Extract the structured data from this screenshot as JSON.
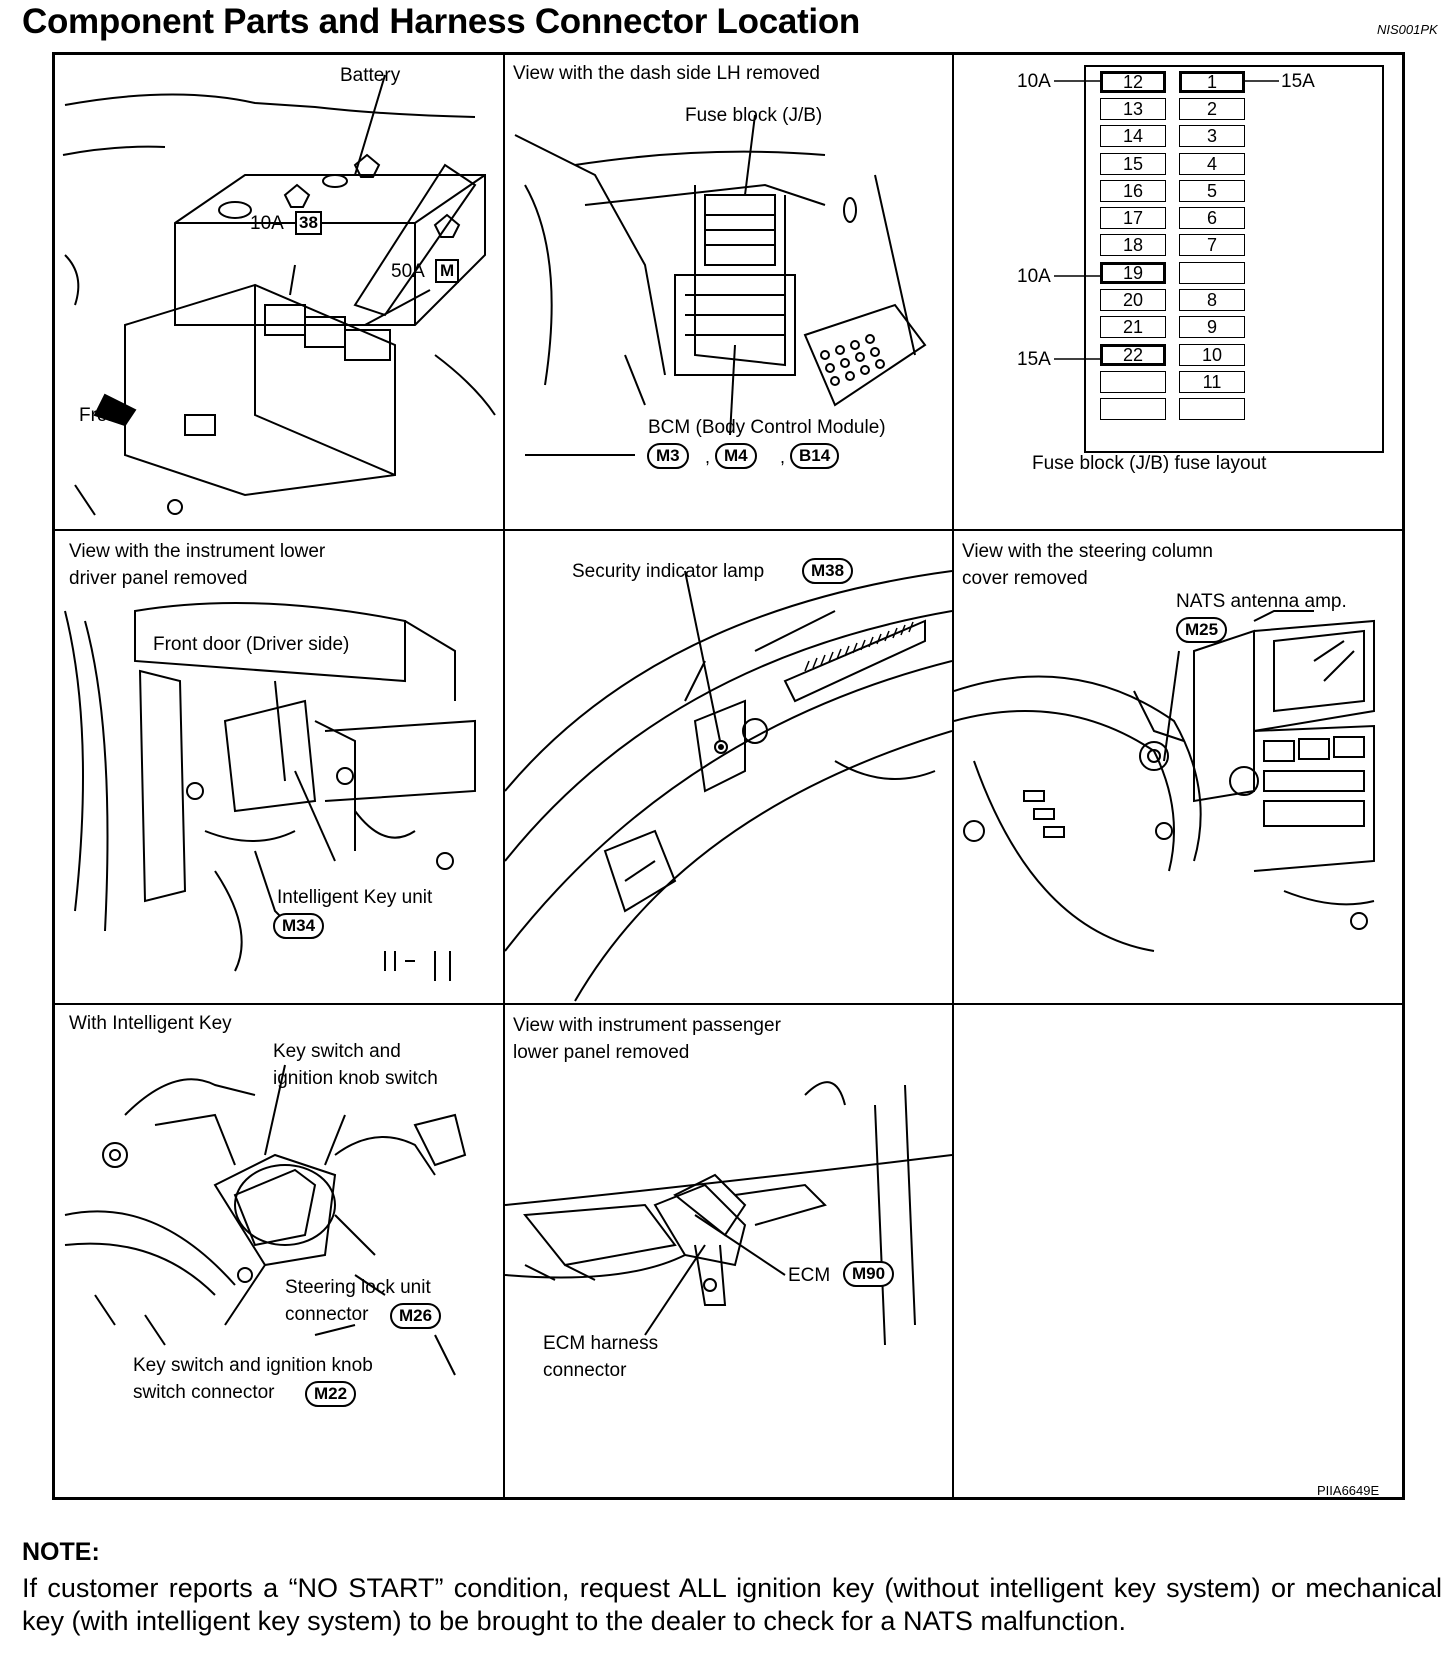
{
  "page": {
    "title": "Component Parts and Harness Connector Location",
    "code": "NIS001PK",
    "figure_id": "PIIA6649E"
  },
  "panels": {
    "battery": {
      "battery": "Battery",
      "fuse10a": "10A",
      "fuse10a_tag": "38",
      "fuse50a": "50A",
      "fuse50a_tag": "M",
      "front": "Front"
    },
    "dash": {
      "title": "View with the dash side LH removed",
      "fuse_block": "Fuse block (J/B)",
      "bcm": "BCM (Body Control Module)",
      "connectors": [
        "M3",
        "M4",
        "B14"
      ]
    },
    "fuse_layout": {
      "caption": "Fuse block (J/B) fuse layout",
      "left_column": [
        "12",
        "13",
        "14",
        "15",
        "16",
        "17",
        "18",
        "19",
        "20",
        "21",
        "22",
        "",
        ""
      ],
      "right_column": [
        "1",
        "2",
        "3",
        "4",
        "5",
        "6",
        "7",
        "",
        "8",
        "9",
        "10",
        "11",
        ""
      ],
      "ratings": {
        "f12": "10A",
        "f19": "10A",
        "f22": "15A",
        "f1": "15A"
      }
    },
    "instrument_lower": {
      "title_line1": "View with the instrument lower",
      "title_line2": "driver panel removed",
      "front_door": "Front door (Driver side)",
      "key_unit": "Intelligent Key unit",
      "connector": "M34"
    },
    "security": {
      "label": "Security indicator lamp",
      "connector": "M38"
    },
    "steering": {
      "title_line1": "View with the steering column",
      "title_line2": "cover removed",
      "nats": "NATS antenna amp.",
      "connector": "M25"
    },
    "intelligent_key": {
      "title": "With Intelligent Key",
      "key_switch_line1": "Key switch and",
      "key_switch_line2": "ignition knob switch",
      "steering_lock_line1": "Steering lock unit",
      "steering_lock_line2": "connector",
      "steering_lock_conn": "M26",
      "key_conn_line1": "Key switch and ignition knob",
      "key_conn_line2": "switch connector",
      "key_conn": "M22"
    },
    "passenger": {
      "title_line1": "View with instrument passenger",
      "title_line2": "lower panel removed",
      "ecm": "ECM",
      "ecm_conn": "M90",
      "harness_line1": "ECM harness",
      "harness_line2": "connector"
    }
  },
  "note": {
    "heading": "NOTE:",
    "text": "If customer reports a “NO START” condition, request ALL ignition key (without intelligent key system) or mechanical key (with intelligent key system) to be brought to the dealer to check for a NATS malfunction."
  }
}
